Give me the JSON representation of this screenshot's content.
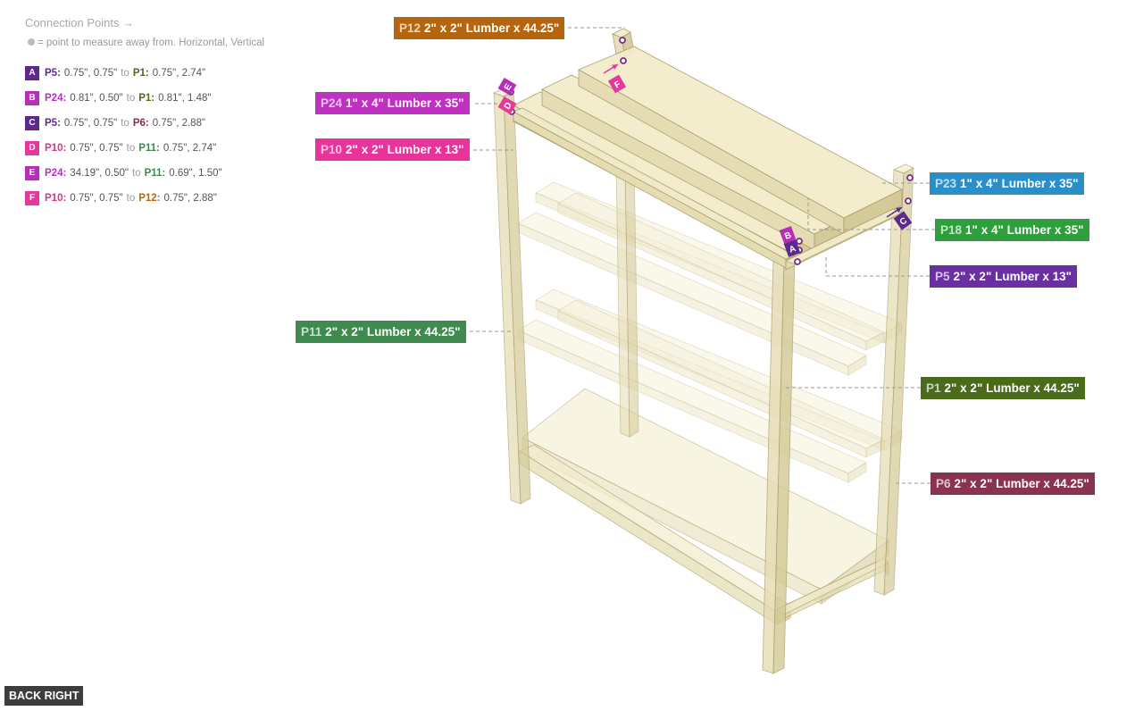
{
  "legend": {
    "title": "Connection Points →",
    "hint": "= point to measure away from. Horizontal, Vertical",
    "rows": [
      {
        "letter": "A",
        "color": "#5b2a8c",
        "from": "P5:",
        "from_color": "#5b2a8c",
        "from_vals": "0.75\", 0.75\"",
        "to_word": "to",
        "to": "P1:",
        "to_color": "#4a6b1a",
        "to_vals": "0.75\", 2.74\""
      },
      {
        "letter": "B",
        "color": "#b62fb8",
        "from": "P24:",
        "from_color": "#b62fb8",
        "from_vals": "0.81\", 0.50\"",
        "to_word": "to",
        "to": "P1:",
        "to_color": "#4a6b1a",
        "to_vals": "0.81\", 1.48\""
      },
      {
        "letter": "C",
        "color": "#5b2a8c",
        "from": "P5:",
        "from_color": "#5b2a8c",
        "from_vals": "0.75\", 0.75\"",
        "to_word": "to",
        "to": "P6:",
        "to_color": "#8a2d4c",
        "to_vals": "0.75\", 2.88\""
      },
      {
        "letter": "D",
        "color": "#e6389b",
        "from": "P10:",
        "from_color": "#d63389",
        "from_vals": "0.75\", 0.75\"",
        "to_word": "to",
        "to": "P11:",
        "to_color": "#3f8a4f",
        "to_vals": "0.75\", 2.74\""
      },
      {
        "letter": "E",
        "color": "#b62fb8",
        "from": "P24:",
        "from_color": "#b62fb8",
        "from_vals": "34.19\", 0.50\"",
        "to_word": "to",
        "to": "P11:",
        "to_color": "#3f8a4f",
        "to_vals": "0.69\", 1.50\""
      },
      {
        "letter": "F",
        "color": "#e6389b",
        "from": "P10:",
        "from_color": "#d63389",
        "from_vals": "0.75\", 0.75\"",
        "to_word": "to",
        "to": "P12:",
        "to_color": "#b06a10",
        "to_vals": "0.75\", 2.88\""
      }
    ]
  },
  "parts": [
    {
      "id": "P12",
      "desc": "2\" x 2\" Lumber x 44.25\"",
      "color": "#b5650d"
    },
    {
      "id": "P24",
      "desc": "1\" x 4\" Lumber  x 35\"",
      "color": "#bf31c0"
    },
    {
      "id": "P10",
      "desc": "2\" x 2\" Lumber x 13\"",
      "color": "#e8349a"
    },
    {
      "id": "P23",
      "desc": "1\" x 4\" Lumber  x 35\"",
      "color": "#2a8fc9"
    },
    {
      "id": "P18",
      "desc": "1\" x 4\" Lumber  x 35\"",
      "color": "#2f9e3c"
    },
    {
      "id": "P5",
      "desc": "2\" x 2\" Lumber x 13\"",
      "color": "#6a2fa3"
    },
    {
      "id": "P11",
      "desc": "2\" x 2\" Lumber x 44.25\"",
      "color": "#3f8a4f"
    },
    {
      "id": "P1",
      "desc": "2\" x 2\" Lumber x 44.25\"",
      "color": "#4a6b1a"
    },
    {
      "id": "P6",
      "desc": "2\" x 2\" Lumber x 44.25\"",
      "color": "#8a3350"
    }
  ],
  "markers": [
    {
      "letter": "A",
      "color": "#5b2a8c"
    },
    {
      "letter": "B",
      "color": "#b62fb8"
    },
    {
      "letter": "C",
      "color": "#5b2a8c"
    },
    {
      "letter": "D",
      "color": "#e6389b"
    },
    {
      "letter": "E",
      "color": "#b62fb8"
    },
    {
      "letter": "F",
      "color": "#e6389b"
    },
    {
      "letter": "C",
      "color": "#5b2a8c"
    },
    {
      "letter": "F",
      "color": "#e6389b"
    }
  ],
  "view": {
    "label": "BACK RIGHT"
  }
}
